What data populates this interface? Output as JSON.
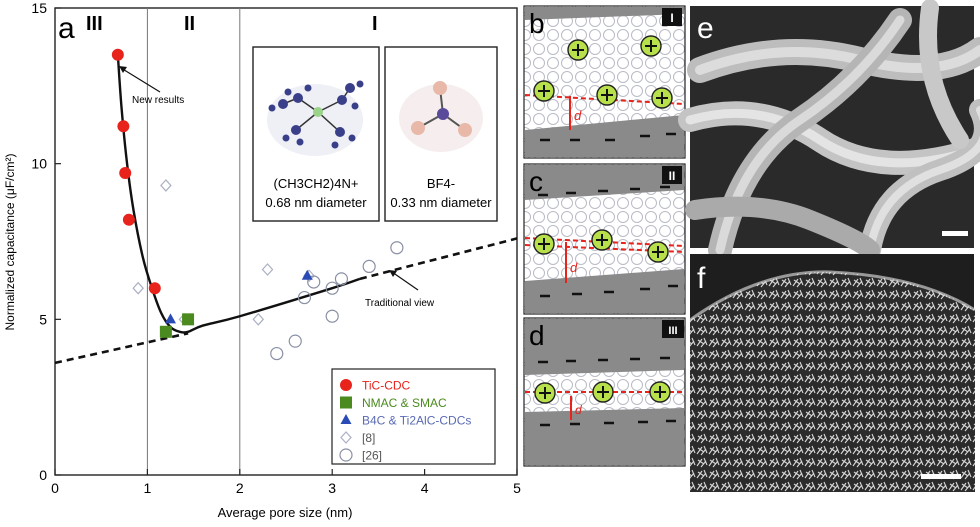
{
  "panel_labels": {
    "a": "a",
    "b": "b",
    "c": "c",
    "d": "d",
    "e": "e",
    "f": "f"
  },
  "regions": {
    "III": "III",
    "II": "II",
    "I": "I"
  },
  "annotations": {
    "new_results": "New results",
    "traditional_view": "Traditional view"
  },
  "insets": {
    "cation_formula": "(CH3CH2)4N+",
    "cation_diameter": "0.68 nm diameter",
    "anion_formula": "BF4-",
    "anion_diameter": "0.33 nm diameter"
  },
  "pore_tags": {
    "b": "I",
    "c": "II",
    "d": "III"
  },
  "pore_distance_label": "d",
  "colors": {
    "red": "#e8231c",
    "green": "#4a8a1e",
    "blue": "#2a4bb5",
    "ion": "#b8e04a",
    "wall": "#8a8a8a"
  },
  "chart_data": {
    "type": "scatter",
    "xlabel": "Average pore size (nm)",
    "ylabel": "Normalized capacitance (μF/cm²)",
    "xlim": [
      0,
      5
    ],
    "ylim": [
      0,
      15
    ],
    "x_ticks": [
      "0",
      "1",
      "2",
      "3",
      "4",
      "5"
    ],
    "y_ticks": [
      "0",
      "5",
      "10",
      "15"
    ],
    "region_boundaries_x": [
      1.0,
      2.0
    ],
    "legend_placement": "bottom-right",
    "series": [
      {
        "name": "TiC-CDC",
        "marker": "circle-filled",
        "color": "#e8231c",
        "points": [
          [
            0.68,
            13.5
          ],
          [
            0.74,
            11.2
          ],
          [
            0.76,
            9.7
          ],
          [
            0.8,
            8.2
          ],
          [
            1.08,
            6.0
          ]
        ]
      },
      {
        "name": "NMAC & SMAC",
        "marker": "square-filled",
        "color": "#4a8a1e",
        "points": [
          [
            1.2,
            4.6
          ],
          [
            1.44,
            5.0
          ]
        ]
      },
      {
        "name": "B4C & Ti2AlC-CDCs",
        "marker": "triangle-filled",
        "color": "#2a4bb5",
        "points": [
          [
            1.25,
            5.0
          ],
          [
            2.73,
            6.4
          ]
        ]
      },
      {
        "name": "[8]",
        "marker": "diamond-open",
        "color": "#aab0c4",
        "points": [
          [
            0.9,
            6.0
          ],
          [
            1.2,
            9.3
          ],
          [
            1.4,
            5.0
          ],
          [
            2.2,
            5.0
          ],
          [
            2.3,
            6.6
          ],
          [
            2.75,
            6.4
          ]
        ]
      },
      {
        "name": "[26]",
        "marker": "circle-open",
        "color": "#8a90a4",
        "points": [
          [
            2.4,
            3.9
          ],
          [
            2.6,
            4.3
          ],
          [
            2.7,
            5.7
          ],
          [
            2.8,
            6.2
          ],
          [
            3.0,
            5.1
          ],
          [
            3.0,
            6.0
          ],
          [
            3.1,
            6.3
          ],
          [
            3.4,
            6.7
          ],
          [
            3.7,
            7.3
          ]
        ]
      }
    ],
    "fit_curve": [
      [
        0.68,
        13.5
      ],
      [
        0.72,
        11.8
      ],
      [
        0.78,
        10.0
      ],
      [
        0.85,
        8.5
      ],
      [
        0.95,
        7.0
      ],
      [
        1.05,
        6.0
      ],
      [
        1.15,
        5.2
      ],
      [
        1.25,
        4.75
      ],
      [
        1.35,
        4.6
      ],
      [
        1.44,
        4.6
      ],
      [
        1.6,
        4.8
      ],
      [
        2.0,
        5.1
      ],
      [
        3.0,
        6.0
      ],
      [
        3.3,
        6.3
      ]
    ],
    "fit_line_dashed": [
      [
        0.0,
        3.6
      ],
      [
        1.44,
        4.55
      ]
    ],
    "fit_line_dashed_upper": [
      [
        3.3,
        6.3
      ],
      [
        5.0,
        7.6
      ]
    ]
  }
}
